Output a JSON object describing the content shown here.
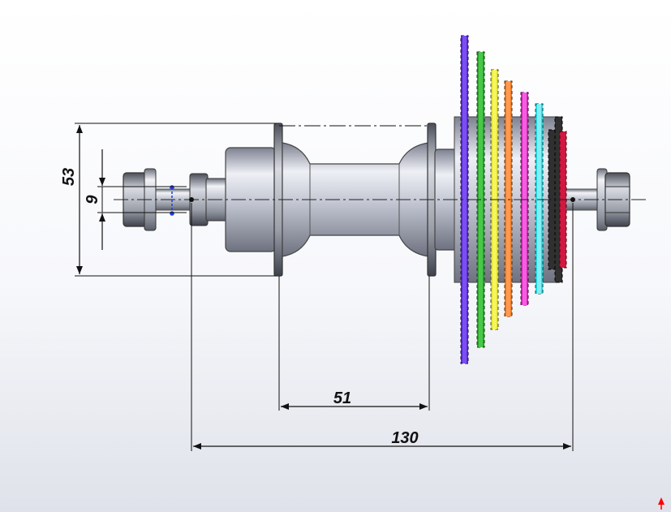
{
  "dimensions": {
    "outer_flange_diameter": "53",
    "axle_diameter": "9",
    "flange_spacing": "51",
    "overall_width": "130"
  },
  "cassette": {
    "sprocket_colors": [
      "#5b2bd6",
      "#2aa12a",
      "#e0e020",
      "#f07820",
      "#e020c0",
      "#30d8e0",
      "#303030",
      "#d01840"
    ]
  },
  "colors": {
    "hub_body": "#c8ccd6",
    "dimension_line": "#111111",
    "pick_point": "#1f3fe0",
    "axis_marker": "#ff0000"
  }
}
